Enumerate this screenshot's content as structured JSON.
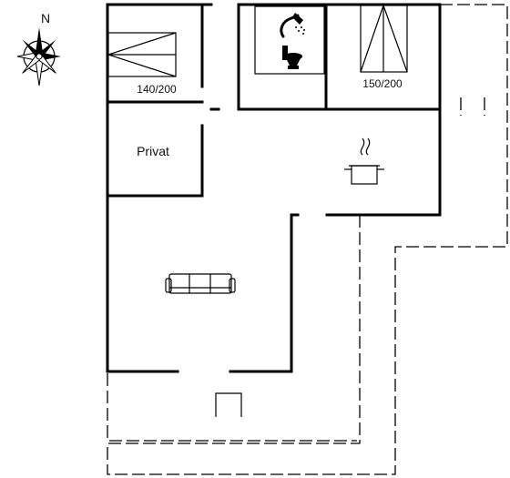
{
  "compass": {
    "north_label": "N"
  },
  "rooms": {
    "bedroom_1": {
      "bed_size": "140/200"
    },
    "bedroom_2": {
      "bed_size": "150/200"
    },
    "private_room": {
      "label": "Privat"
    }
  },
  "icons": {
    "compass": "compass-rose-icon",
    "shower": "shower-icon",
    "toilet": "toilet-icon",
    "cooking_pot": "cooking-pot-icon",
    "sofa": "sofa-icon"
  },
  "colors": {
    "ink": "#000000",
    "background": "#ffffff"
  }
}
